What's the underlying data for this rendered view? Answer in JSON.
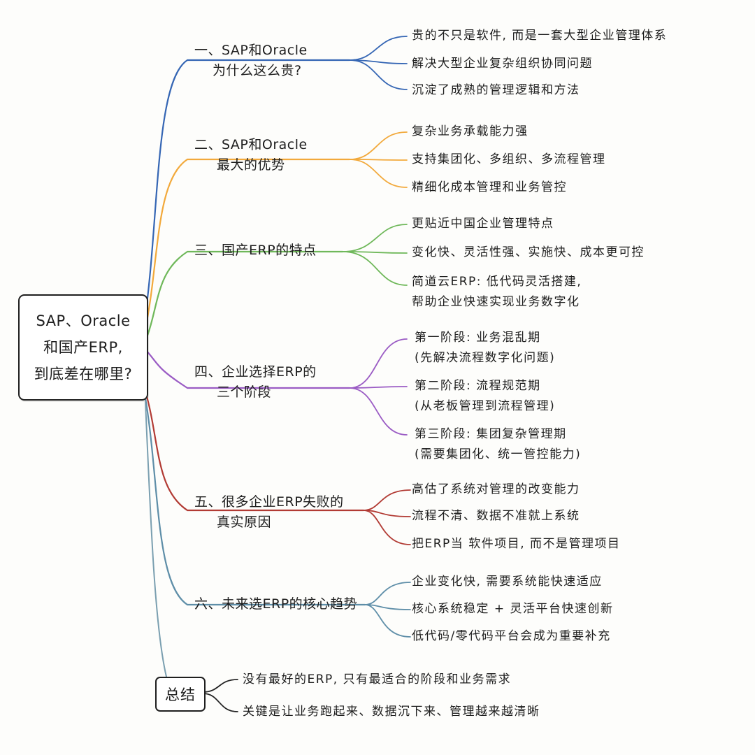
{
  "root": {
    "lines": [
      "SAP、Oracle",
      "和国产ERP,",
      "到底差在哪里?"
    ]
  },
  "branches": [
    {
      "color": "#3566b4",
      "lines": [
        "一、SAP和Oracle",
        "为什么这么贵?"
      ],
      "leaves": [
        [
          "贵的不只是软件, 而是一套大型企业管理体系"
        ],
        [
          "解决大型企业复杂组织协同问题"
        ],
        [
          "沉淀了成熟的管理逻辑和方法"
        ]
      ]
    },
    {
      "color": "#f2a93b",
      "lines": [
        "二、SAP和Oracle",
        "最大的优势"
      ],
      "leaves": [
        [
          "复杂业务承载能力强"
        ],
        [
          "支持集团化、多组织、多流程管理"
        ],
        [
          "精细化成本管理和业务管控"
        ]
      ]
    },
    {
      "color": "#6fb85a",
      "lines": [
        "三、国产ERP的特点"
      ],
      "leaves": [
        [
          "更贴近中国企业管理特点"
        ],
        [
          "变化快、灵活性强、实施快、成本更可控"
        ],
        [
          "简道云ERP: 低代码灵活搭建,",
          "帮助企业快速实现业务数字化"
        ]
      ]
    },
    {
      "color": "#9a5bc4",
      "lines": [
        "四、企业选择ERP的",
        "三个阶段"
      ],
      "leaves": [
        [
          "第一阶段: 业务混乱期",
          "(先解决流程数字化问题)"
        ],
        [
          "第二阶段: 流程规范期",
          "(从老板管理到流程管理)"
        ],
        [
          "第三阶段: 集团复杂管理期",
          "(需要集团化、统一管控能力)"
        ]
      ]
    },
    {
      "color": "#b23b34",
      "lines": [
        "五、很多企业ERP失败的",
        "真实原因"
      ],
      "leaves": [
        [
          "高估了系统对管理的改变能力"
        ],
        [
          "流程不清、数据不准就上系统"
        ],
        [
          "把ERP当 软件项目, 而不是管理项目"
        ]
      ]
    },
    {
      "color": "#5e8ea8",
      "lines": [
        "六、未来选ERP的核心趋势"
      ],
      "leaves": [
        [
          "企业变化快, 需要系统能快速适应"
        ],
        [
          "核心系统稳定 + 灵活平台快速创新"
        ],
        [
          "低代码/零代码平台会成为重要补充"
        ]
      ]
    }
  ],
  "summary": {
    "label": "总结",
    "leaves": [
      [
        "没有最好的ERP, 只有最适合的阶段和业务需求"
      ],
      [
        "关键是让业务跑起来、数据沉下来、管理越来越清晰"
      ]
    ]
  }
}
